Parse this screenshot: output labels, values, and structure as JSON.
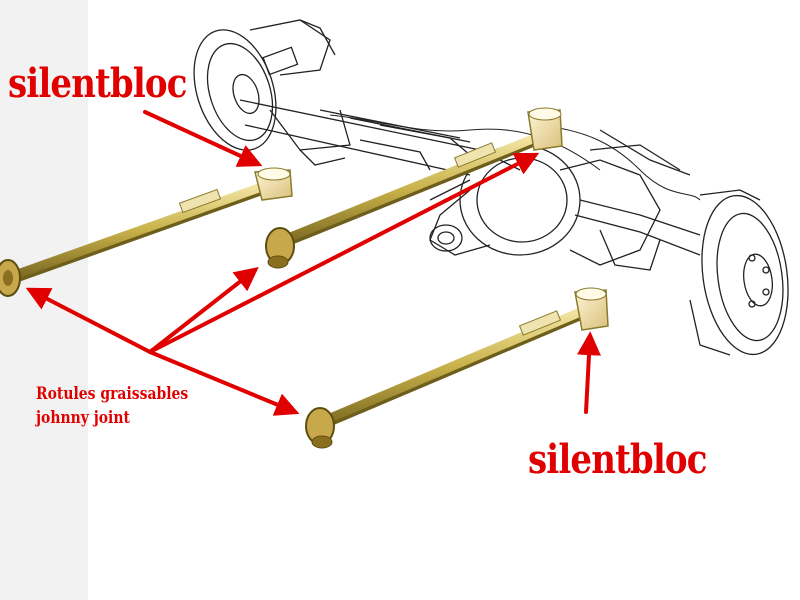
{
  "labels": {
    "silentbloc_top": "silentbloc",
    "silentbloc_bottom": "silentbloc",
    "rotules_line1": "Rotules graissables",
    "rotules_line2": "johnny joint"
  },
  "colors": {
    "annotation": "#e10000",
    "rod": "#c9b24a",
    "rod_shadow": "#8a7a2a",
    "line_art": "#222222",
    "background": "#f2f2f2"
  }
}
